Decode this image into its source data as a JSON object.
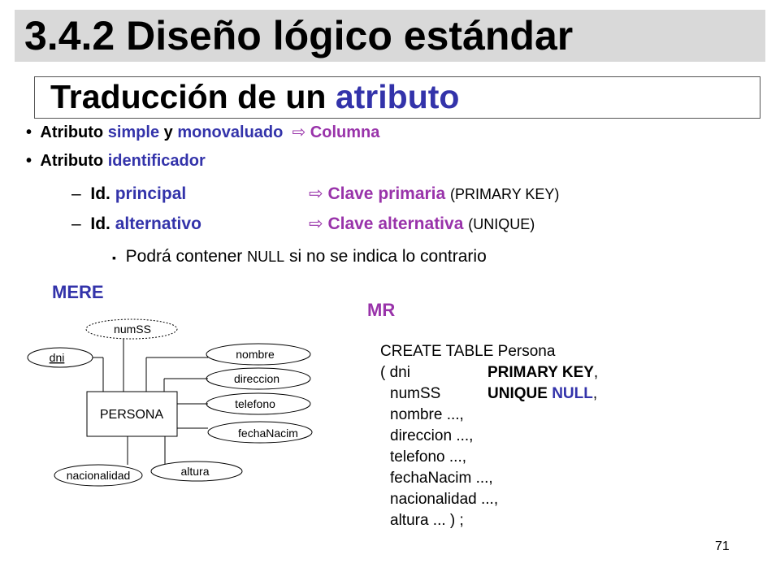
{
  "slide": {
    "title": "3.4.2 Diseño lógico estándar",
    "subtitle_prefix": "Traducción de un",
    "subtitle_highlight": "atributo",
    "page_number": "71"
  },
  "bullets": {
    "b1": {
      "marker": "•",
      "w1": "Atributo",
      "w2": "simple",
      "w3": "y",
      "w4": "monovaluado",
      "arrow": "⇨",
      "w5": "Columna"
    },
    "b2": {
      "marker": "•",
      "w1": "Atributo",
      "w2": "identificador"
    },
    "s1": {
      "marker": "–",
      "w1": "Id.",
      "w2": "principal",
      "arrow": "⇨",
      "w3": "Clave primaria",
      "w4": "(PRIMARY KEY)"
    },
    "s2": {
      "marker": "–",
      "w1": "Id.",
      "w2": "alternativo",
      "arrow": "⇨",
      "w3": "Clave alternativa",
      "w4": "(UNIQUE)"
    },
    "s3": {
      "marker": "▪",
      "w1": "Podrá contener",
      "w2": "NULL",
      "w3": "si no se indica lo contrario"
    }
  },
  "mere": {
    "label": "MERE",
    "entity": "PERSONA",
    "attributes": {
      "numss": "numSS",
      "dni": "dni",
      "nombre": "nombre",
      "direccion": "direccion",
      "telefono": "telefono",
      "fechanacim": "fechaNacim",
      "nacionalidad": "nacionalidad",
      "altura": "altura"
    }
  },
  "mr": {
    "label": "MR",
    "sql": {
      "l1": "CREATE TABLE Persona",
      "l2a": "( dni",
      "l2b": "PRIMARY KEY",
      "l2c": ",",
      "l3a": "numSS",
      "l3b": "UNIQUE",
      "l3c": "NULL",
      "l3d": ",",
      "l4": "nombre ...,",
      "l5": "direccion ...,",
      "l6": "telefono ...,",
      "l7": "fechaNacim ...,",
      "l8": "nacionalidad ...,",
      "l9": "altura ... ) ;"
    }
  },
  "colors": {
    "blue": "#3333aa",
    "purple": "#9933aa",
    "title_bar": "#d9d9d9"
  }
}
